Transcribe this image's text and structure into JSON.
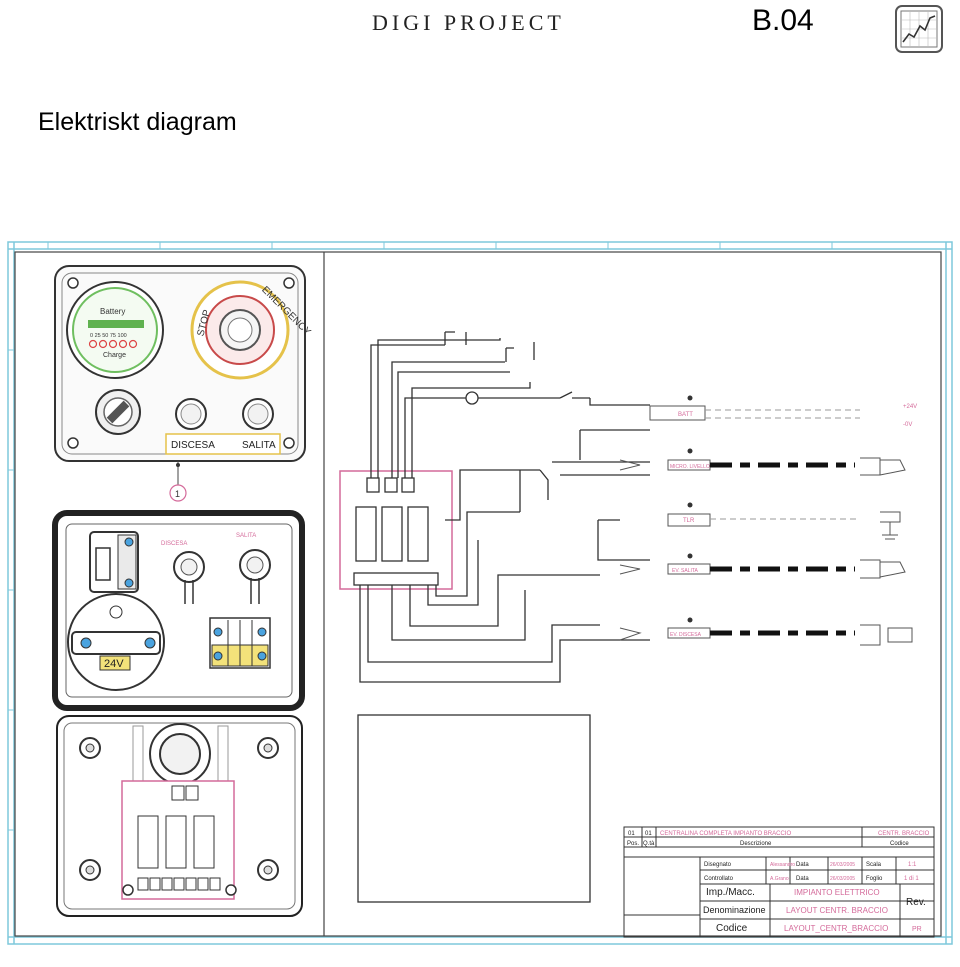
{
  "header": {
    "project": "DIGI PROJECT",
    "code": "B.04"
  },
  "page_title": "Elektriskt diagram",
  "panel": {
    "battery_title": "Battery",
    "battery_scale": "0  25  50  75 100",
    "battery_charge": "Charge",
    "stop_text": "STOP",
    "emergency_text": "EMERGENCY",
    "btn_left": "DISCESA",
    "btn_right": "SALITA",
    "callout": "1",
    "mid_left_label": "DISCESA",
    "mid_right_label": "SALITA",
    "voltage": "24V"
  },
  "schematic": {
    "tags": [
      "BATT",
      "MICRO. LIVELLO",
      "TLR",
      "EV. SALITA",
      "EV. DISCESA"
    ],
    "right_tags": [
      "+24V",
      "-0V"
    ]
  },
  "title_block": {
    "row1_pos": "01",
    "row1_qty": "01",
    "row1_desc": "CENTRALINA COMPLETA IMPIANTO BRACCIO",
    "row1_code": "CENTR. BRACCIO",
    "pos": "Pos.",
    "qty": "Q.tà",
    "descrizione": "Descrizione",
    "codice_hdr": "Codice",
    "disegnato": "Disegnato",
    "disegnato_name": "Alessandro",
    "data": "Data",
    "date1": "26/03/2005",
    "scala": "Scala",
    "scala_val": "1:1",
    "controllato": "Controllato",
    "controllato_name": "A.Grano",
    "date2": "26/03/2005",
    "foglio": "Foglio",
    "foglio_val": "1 di 1",
    "imp_macc": "Imp./Macc.",
    "imp_macc_val": "IMPIANTO ELETTRICO",
    "rev": "Rev.",
    "denominazione": "Denominazione",
    "denominazione_val": "LAYOUT CENTR. BRACCIO",
    "codice": "Codice",
    "codice_val": "LAYOUT_CENTR_BRACCIO",
    "rev_val": "PR"
  }
}
